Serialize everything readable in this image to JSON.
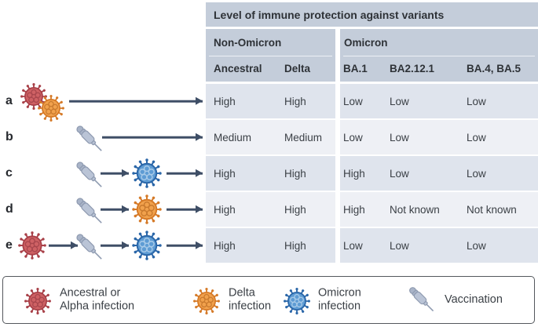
{
  "table": {
    "title": "Level of immune protection against variants",
    "groups": [
      {
        "label": "Non-Omicron",
        "columns": [
          "Ancestral",
          "Delta"
        ]
      },
      {
        "label": "Omicron",
        "columns": [
          "BA.1",
          "BA2.12.1",
          "BA.4, BA.5"
        ]
      }
    ],
    "columns": [
      "Ancestral",
      "Delta",
      "BA.1",
      "BA2.12.1",
      "BA.4, BA.5"
    ],
    "rows": [
      {
        "label": "a",
        "sequence": [
          "ancestral-alpha-virus-icon",
          "delta-virus-icon",
          "arrow"
        ],
        "values": [
          "High",
          "High",
          "Low",
          "Low",
          "Low"
        ]
      },
      {
        "label": "b",
        "sequence": [
          "syringe-icon",
          "arrow"
        ],
        "values": [
          "Medium",
          "Medium",
          "Low",
          "Low",
          "Low"
        ]
      },
      {
        "label": "c",
        "sequence": [
          "syringe-icon",
          "arrow",
          "omicron-virus-icon",
          "arrow"
        ],
        "values": [
          "High",
          "High",
          "High",
          "Low",
          "Low"
        ]
      },
      {
        "label": "d",
        "sequence": [
          "syringe-icon",
          "arrow",
          "delta-virus-icon",
          "arrow"
        ],
        "values": [
          "High",
          "High",
          "High",
          "Not known",
          "Not known"
        ]
      },
      {
        "label": "e",
        "sequence": [
          "ancestral-alpha-virus-icon",
          "arrow",
          "syringe-icon",
          "arrow",
          "omicron-virus-icon",
          "arrow"
        ],
        "values": [
          "High",
          "High",
          "Low",
          "Low",
          "Low"
        ]
      }
    ]
  },
  "legend": {
    "items": [
      {
        "icon": "ancestral-alpha-virus-icon",
        "label": "Ancestral or\nAlpha infection"
      },
      {
        "icon": "delta-virus-icon",
        "label": "Delta\ninfection"
      },
      {
        "icon": "omicron-virus-icon",
        "label": "Omicron\ninfection"
      },
      {
        "icon": "syringe-icon",
        "label": "Vaccination"
      }
    ]
  },
  "colors": {
    "header_bg": "#c4cdda",
    "row_odd_bg": "#dfe4ed",
    "row_even_bg": "#eef0f5",
    "hairline": "#eef1f6",
    "arrow": "#3e4e66",
    "title_text": "#2e3237",
    "value_text": "#3b4046",
    "legend_border": "#54585d",
    "virus_red_fill": "#ce6164",
    "virus_red_outline": "#a84048",
    "virus_red_inner": "#a8464d",
    "virus_orange_fill": "#f1a14c",
    "virus_orange_outline": "#d57a28",
    "virus_orange_inner": "#c97a2e",
    "virus_blue_fill": "#5e9cd4",
    "virus_blue_outline": "#2a66a8",
    "virus_blue_inner": "#a9cbe9",
    "syringe_fill": "#bac4d6",
    "syringe_outline": "#8e9ab0",
    "syringe_knob": "#a9b4c8"
  }
}
